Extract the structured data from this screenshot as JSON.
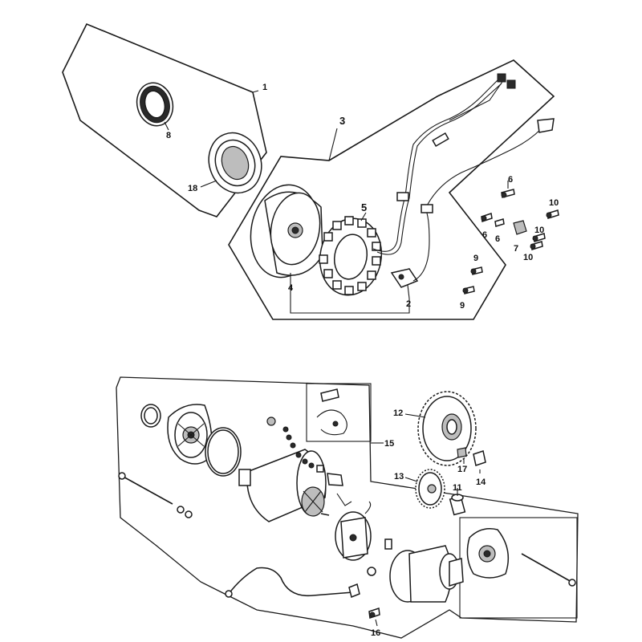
{
  "top_assembly": {
    "callouts": {
      "c1": "1",
      "c3": "3",
      "c8": "8",
      "c18": "18",
      "c5": "5",
      "c4": "4",
      "c2": "2",
      "c6a": "6",
      "c6b": "6",
      "c6c": "6",
      "c7": "7",
      "c10a": "10",
      "c10b": "10",
      "c10c": "10",
      "c9a": "9",
      "c9b": "9"
    }
  },
  "bottom_assembly": {
    "callouts": {
      "c12": "12",
      "c15": "15",
      "c13": "13",
      "c17": "17",
      "c14": "14",
      "c11": "11",
      "c16": "16"
    }
  }
}
